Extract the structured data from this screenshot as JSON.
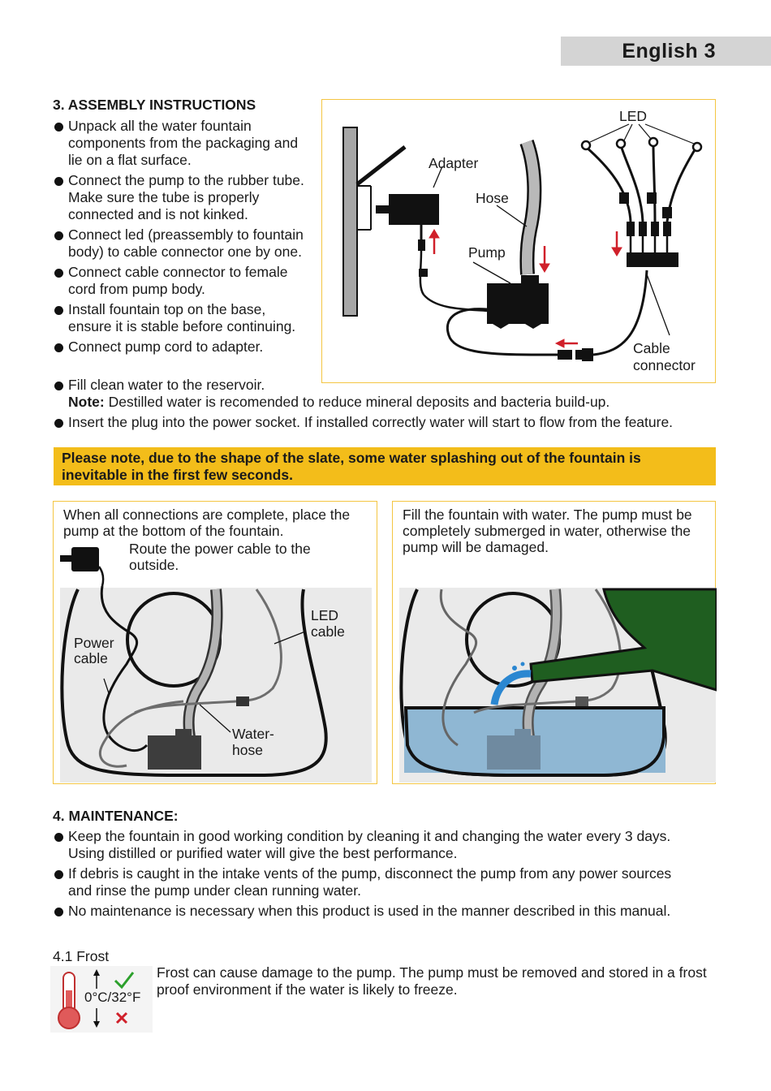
{
  "header": {
    "page_label": "English 3"
  },
  "assembly": {
    "heading": "3. ASSEMBLY INSTRUCTIONS",
    "bullets": [
      "Unpack all the water fountain components from the packaging and lie on a flat surface.",
      "Connect the pump to the rubber tube. Make sure the tube is properly connected and is not kinked.",
      "Connect led (preassembly to fountain body) to cable connector one by one.",
      "Connect cable connector to female cord from pump body.",
      "Install fountain top on the base, ensure it is stable before continuing.",
      "Connect pump cord to adapter.",
      "Fill clean water to the reservoir."
    ],
    "note_label": "Note:",
    "note_text": " Destilled water is recomended to reduce mineral deposits and bacteria build-up.",
    "last_bullet": "Insert the plug into the power socket. If installed correctly water will start to flow from the feature.",
    "warning": "Please note, due to the shape of the slate, some water splashing out of the fountain is inevitable in the first few seconds."
  },
  "diagram_top": {
    "led": "LED",
    "adapter": "Adapter",
    "hose": "Hose",
    "pump": "Pump",
    "cable_connector_1": "Cable",
    "cable_connector_2": "connector"
  },
  "panel_left": {
    "caption_1": "When all connections are complete, place the pump at the bottom of the fountain.",
    "caption_2": "Route the power cable to the outside.",
    "label_led_1": "LED",
    "label_led_2": "cable",
    "label_power_1": "Power",
    "label_power_2": "cable",
    "label_hose_1": "Water-",
    "label_hose_2": "hose"
  },
  "panel_right": {
    "caption": "Fill the fountain with water. The pump must be completely submerged in water, otherwise the pump will be damaged."
  },
  "maintenance": {
    "heading": "4. MAINTENANCE:",
    "bullets": [
      "Keep the fountain in good working condition by cleaning it and changing the water every 3 days. Using distilled or purified water will give the best performance.",
      "If debris is caught in the intake vents of the pump, disconnect the pump from any power sources and rinse the pump under clean running water.",
      "No maintenance is necessary when this product is used in the manner described in this manual."
    ],
    "frost_heading": "4.1 Frost",
    "frost_text": "Frost can cause damage to the pump. The pump must be removed and stored in a frost proof environment if the water is likely to freeze.",
    "frost_temp": "0°C/32°F"
  },
  "colors": {
    "warning_bg": "#f3bd1a",
    "frame_border": "#f4c542",
    "water": "#8fb7d3",
    "arrow_red": "#d0202a",
    "can_green": "#1f5e20"
  }
}
